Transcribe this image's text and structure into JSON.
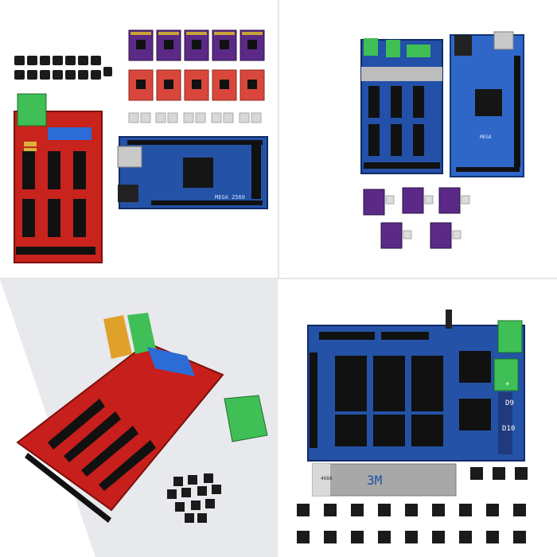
{
  "labels": {
    "mega_board_text": "MEGA 2560",
    "mega_small_text": "MEGA",
    "tape_text": "3M",
    "tape_small_text": "468A",
    "board_label_d9": "D9",
    "board_label_d10": "D10",
    "board_label_plus": "+"
  }
}
